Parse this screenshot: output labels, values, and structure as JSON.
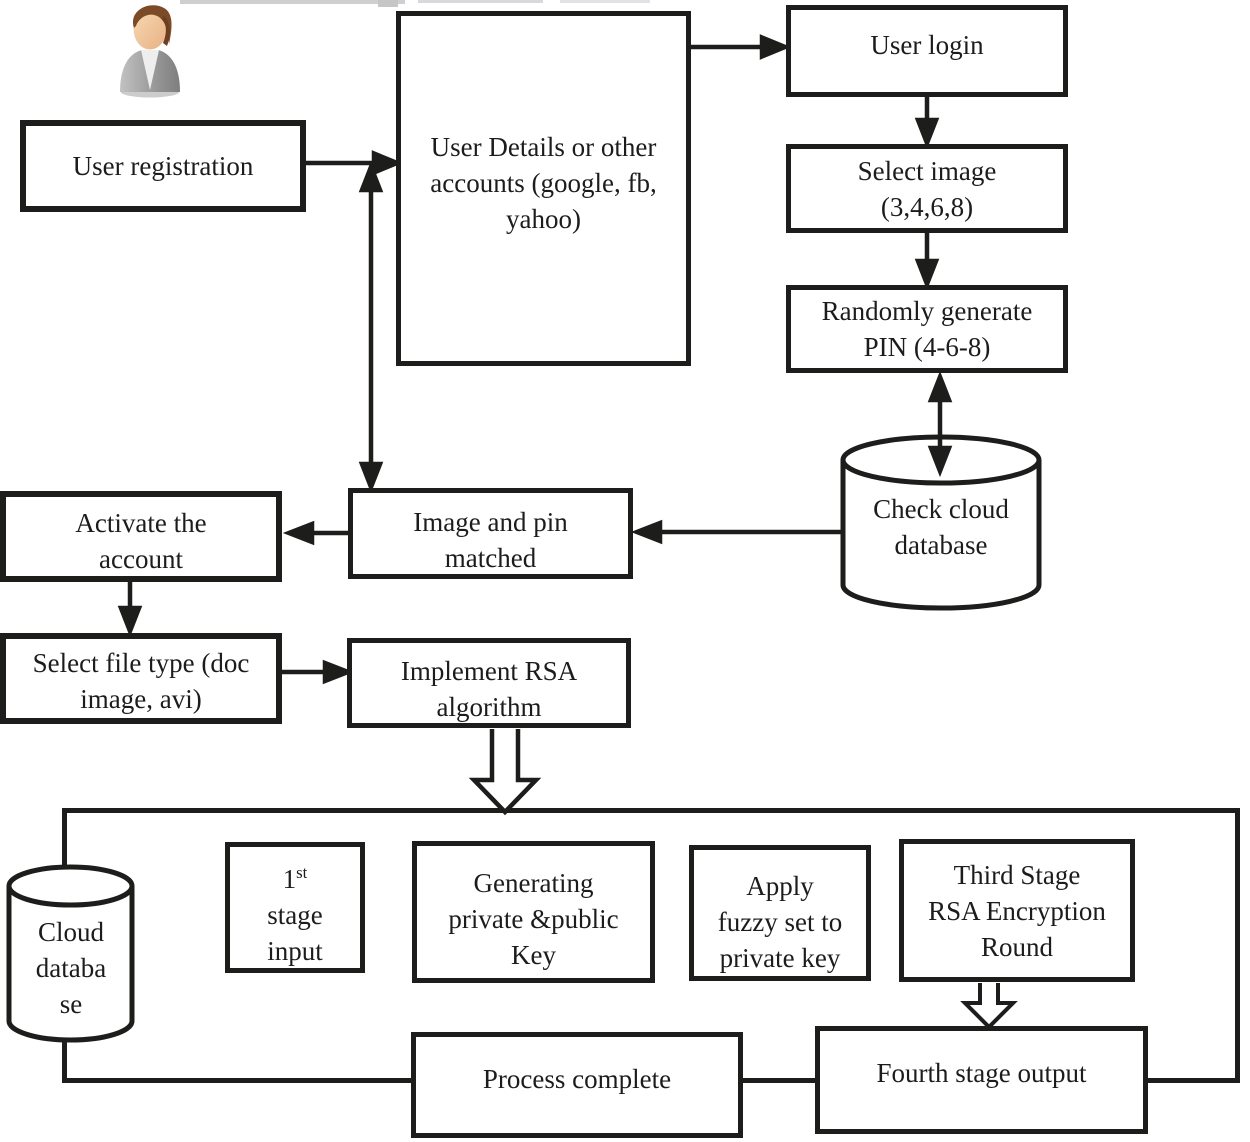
{
  "figure": {
    "type": "flowchart",
    "description": "User registration and cloud RSA encryption process flow diagram"
  },
  "colors": {
    "line": "#1d1d1b",
    "box_background": "#ffffff",
    "person_hair": "#7b4a26",
    "person_skin": "#f2c79b",
    "person_jacket": "#9a9a9a",
    "person_shirt": "#eeeeee"
  },
  "nodes": {
    "user_registration": {
      "label": "User registration"
    },
    "user_details": {
      "label": "User Details or other\naccounts (google, fb,\nyahoo)"
    },
    "user_login": {
      "label": "User login"
    },
    "select_image": {
      "label": "Select image\n(3,4,6,8)"
    },
    "random_pin": {
      "label": "Randomly generate\nPIN (4-6-8)"
    },
    "check_cloud_db": {
      "label": "Check cloud\ndatabase"
    },
    "image_pin_matched": {
      "label": "Image and pin\nmatched"
    },
    "activate_account": {
      "label": "Activate the\naccount"
    },
    "select_file_type": {
      "label": "Select file type (doc\nimage, avi)"
    },
    "implement_rsa": {
      "label": "Implement RSA\nalgorithm"
    },
    "first_stage": {
      "base": "1",
      "sup": "st",
      "rest": "stage\ninput"
    },
    "generating_key": {
      "label": "Generating\nprivate &public\nKey"
    },
    "apply_fuzzy": {
      "label": "Apply\nfuzzy set to\nprivate key"
    },
    "third_stage": {
      "label": "Third Stage\nRSA Encryption\nRound"
    },
    "fourth_stage": {
      "label": "Fourth stage output"
    },
    "process_complete": {
      "label": "Process complete"
    },
    "cloud_database": {
      "label": "Cloud\ndataba\nse"
    }
  }
}
